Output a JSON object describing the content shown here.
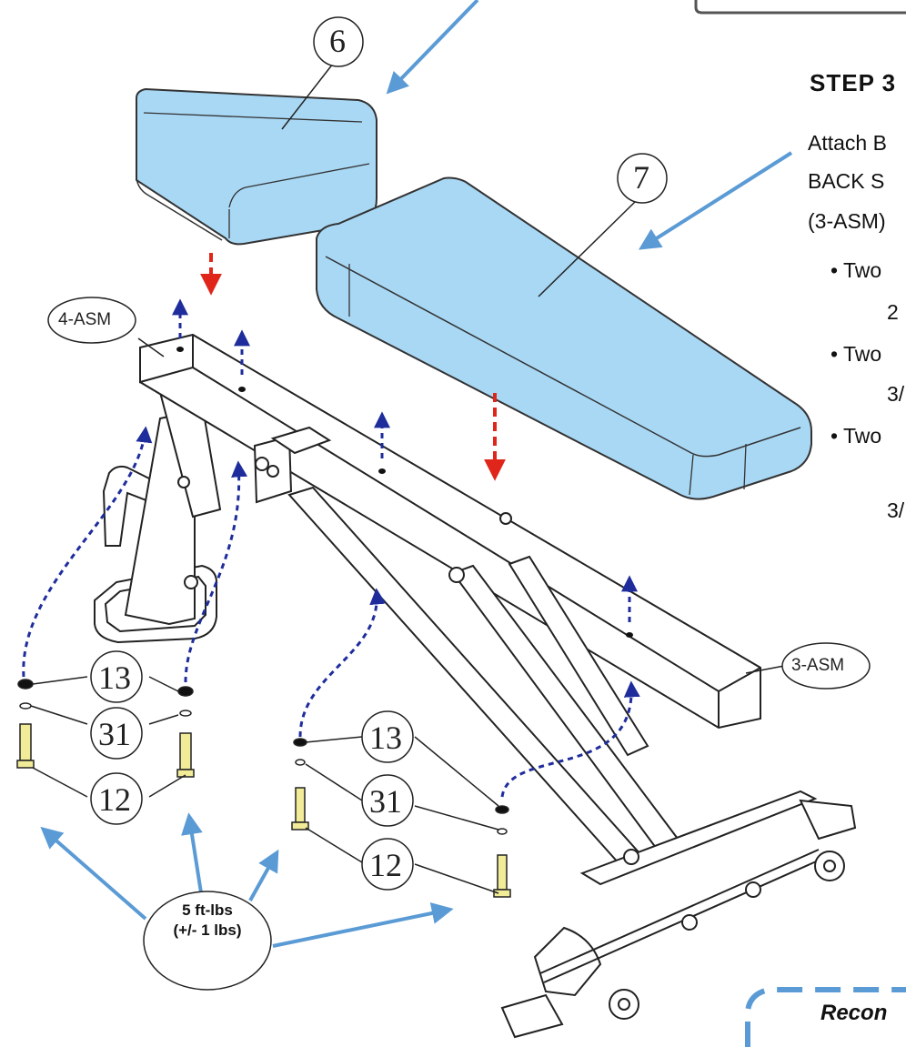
{
  "instructions": {
    "step_heading": "STEP 3",
    "line1": "Attach B",
    "line2": "BACK S",
    "line3": "(3-ASM)",
    "bullet1": "• Two",
    "bullet1_sub": "2",
    "bullet2": "• Two",
    "bullet2_sub": "3/",
    "bullet3": "• Two",
    "bullet3_sub": "3/",
    "footer_partial": "Recon"
  },
  "callouts": {
    "part6": "6",
    "part7": "7",
    "asm4": "4-ASM",
    "asm3": "3-ASM",
    "washer_left": "13",
    "lockwasher_left": "31",
    "bolt_left": "12",
    "washer_right": "13",
    "lockwasher_right": "31",
    "bolt_right": "12"
  },
  "torque": {
    "line1": "5 ft-lbs",
    "line2": "(+/- 1 lbs)"
  },
  "colors": {
    "pad_fill": "#a9d8f5",
    "arrow_blue": "#5b9bd5",
    "dash_blue": "#1f2d9c",
    "dash_red": "#e0261b"
  }
}
